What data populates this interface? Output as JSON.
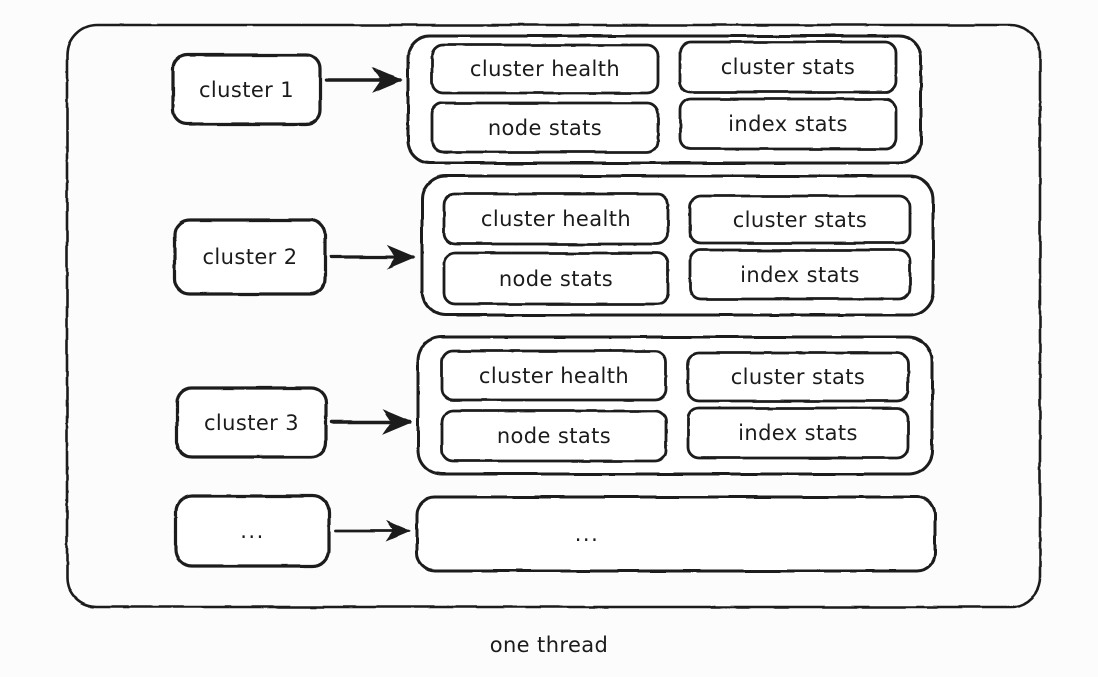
{
  "diagram": {
    "title_caption": "one thread",
    "outer_container_name": "one-thread-container",
    "colors": {
      "stroke": "#1b1b1b",
      "background": "#fcfcfc",
      "box_fill": "#ffffff"
    },
    "rows": [
      {
        "source_label": "cluster 1",
        "arrow": "right-arrow",
        "tasks": [
          "cluster health",
          "cluster stats",
          "node stats",
          "index stats"
        ]
      },
      {
        "source_label": "cluster 2",
        "arrow": "right-arrow",
        "tasks": [
          "cluster health",
          "cluster stats",
          "node stats",
          "index stats"
        ]
      },
      {
        "source_label": "cluster 3",
        "arrow": "right-arrow",
        "tasks": [
          "cluster health",
          "cluster stats",
          "node stats",
          "index stats"
        ]
      },
      {
        "source_label": "...",
        "arrow": "right-arrow",
        "tasks": [
          "..."
        ]
      }
    ]
  }
}
